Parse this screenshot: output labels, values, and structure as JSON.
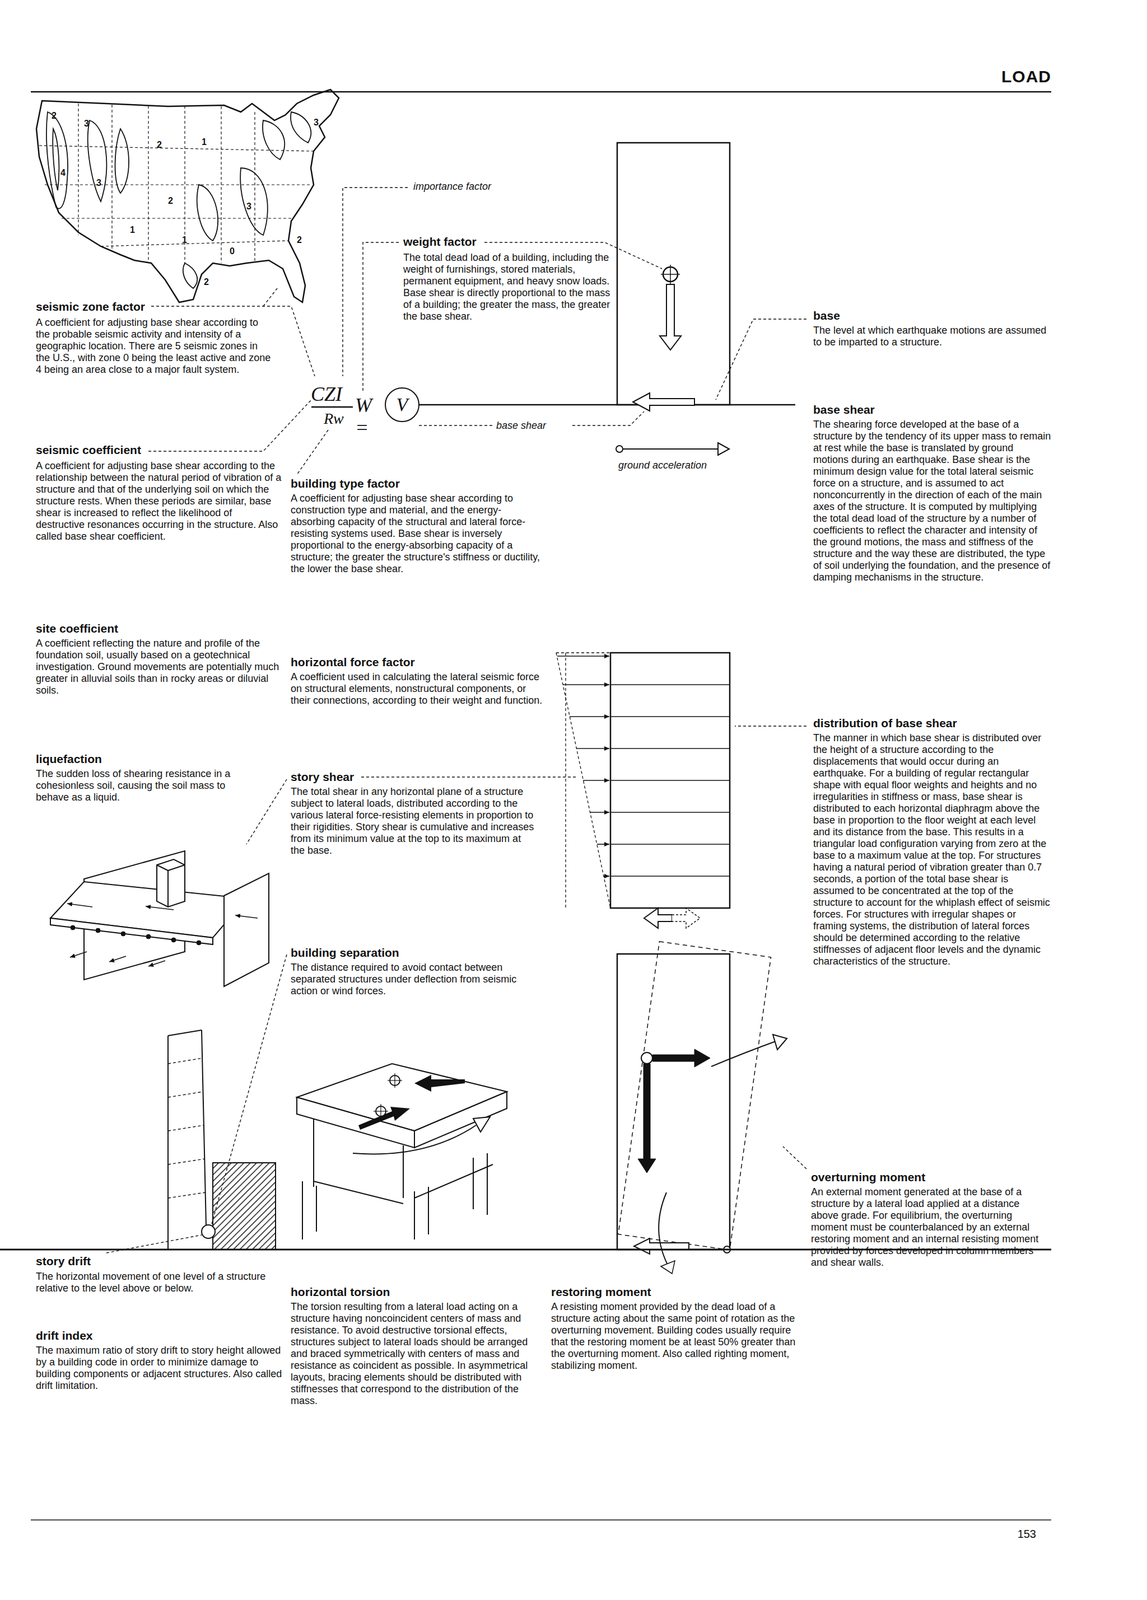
{
  "diagram": {
    "nodes": [
      {
        "text": [
          "V"
        ]
      }
    ],
    "labels": [
      "LOAD",
      "2",
      "3",
      "4",
      "3",
      "1",
      "2",
      "1",
      "2",
      "1",
      "0",
      "2",
      "3",
      "2",
      "3",
      "importance factor",
      "weight factor",
      "The total dead load of a building, including the weight of furnishings, stored materials, permanent equipment, and heavy snow loads. Base shear is directly proportional to the mass of a building; the greater the mass, the greater the base shear.",
      "seismic zone factor",
      "A coefficient for adjusting base shear according to the probable seismic activity and intensity of a geographic location. There are 5 seismic zones in the U.S., with zone 0 being the least active and zone 4 being an area close to a major fault system.",
      "CZI",
      "Rw",
      "W =",
      "base shear",
      "ground acceleration",
      "base",
      "The level at which earthquake motions are assumed to be imparted to a structure.",
      "base shear",
      "The shearing force developed at the base of a structure by the tendency of its upper mass to remain at rest while the base is translated by ground motions during an earthquake. Base shear is the minimum design value for the total lateral seismic force on a structure, and is assumed to act nonconcurrently in the direction of each of the main axes of the structure. It is computed by multiplying the total dead load of the structure by a number of coefficients to reflect the character and intensity of the ground motions, the mass and stiffness of the structure and the way these are distributed, the type of soil underlying the foundation, and the presence of damping mechanisms in the structure.",
      "seismic coefficient",
      "A coefficient for adjusting base shear according to the relationship between the natural period of vibration of a structure and that of the underlying soil on which the structure rests. When these periods are similar, base shear is increased to reflect the likelihood of destructive resonances occurring in the structure. Also called base shear coefficient.",
      "building type factor",
      "A coefficient for adjusting base shear according to construction type and material, and the energy-absorbing capacity of the structural and lateral force-resisting systems used. Base shear is inversely proportional to the energy-absorbing capacity of a structure; the greater the structure's stiffness or ductility, the lower the base shear.",
      "site coefficient",
      "A coefficient reflecting the nature and profile of the foundation soil, usually based on a geotechnical investigation. Ground movements are potentially much greater in alluvial soils than in rocky areas or diluvial soils.",
      "horizontal force factor",
      "A coefficient used in calculating the lateral seismic force on structural elements, nonstructural components, or their connections, according to their weight and function.",
      "liquefaction",
      "The sudden loss of shearing resistance in a cohesionless soil, causing the soil mass to behave as a liquid.",
      "story shear",
      "The total shear in any horizontal plane of a structure subject to lateral loads, distributed according to the various lateral force-resisting elements in proportion to their rigidities. Story shear is cumulative and increases from its minimum value at the top to its maximum at the base.",
      "distribution of base shear",
      "The manner in which base shear is distributed over the height of a structure according to the displacements that would occur during an earthquake. For a building of regular rectangular shape with equal floor weights and heights and no irregularities in stiffness or mass, base shear is distributed to each horizontal diaphragm above the base in proportion to the floor weight at each level and its distance from the base. This results in a triangular load configuration varying from zero at the base to a maximum value at the top. For structures having a natural period of vibration greater than 0.7 seconds, a portion of the total base shear is assumed to be concentrated at the top of the structure to account for the whiplash effect of seismic forces. For structures with irregular shapes or framing systems, the distribution of lateral forces should be determined according to the relative stiffnesses of adjacent floor levels and the dynamic characteristics of the structure.",
      "building separation",
      "The distance required to avoid contact between separated structures under deflection from seismic action or wind forces.",
      "overturning moment",
      "An external moment generated at the base of a structure by a lateral load applied at a distance above grade. For equilibrium, the overturning moment must be counterbalanced by an external restoring moment and an internal resisting moment provided by forces developed in column members and shear walls.",
      "story drift",
      "The horizontal movement of one level of a structure relative to the level above or below.",
      "horizontal torsion",
      "The torsion resulting from a lateral load acting on a structure having noncoincident centers of mass and resistance. To avoid destructive torsional effects, structures subject to lateral loads should be arranged and braced symmetrically with centers of mass and resistance as coincident as possible. In asymmetrical layouts, bracing elements should be distributed with stiffnesses that correspond to the distribution of the mass.",
      "restoring moment",
      "A resisting moment provided by the dead load of a structure acting about the same point of rotation as the overturning movement. Building codes usually require that the restoring moment be at least 50% greater than the overturning moment. Also called righting moment, stabilizing moment.",
      "drift index",
      "The maximum ratio of story drift to story height allowed by a building code in order to minimize damage to building components or adjacent structures. Also called drift limitation.",
      "153"
    ]
  }
}
